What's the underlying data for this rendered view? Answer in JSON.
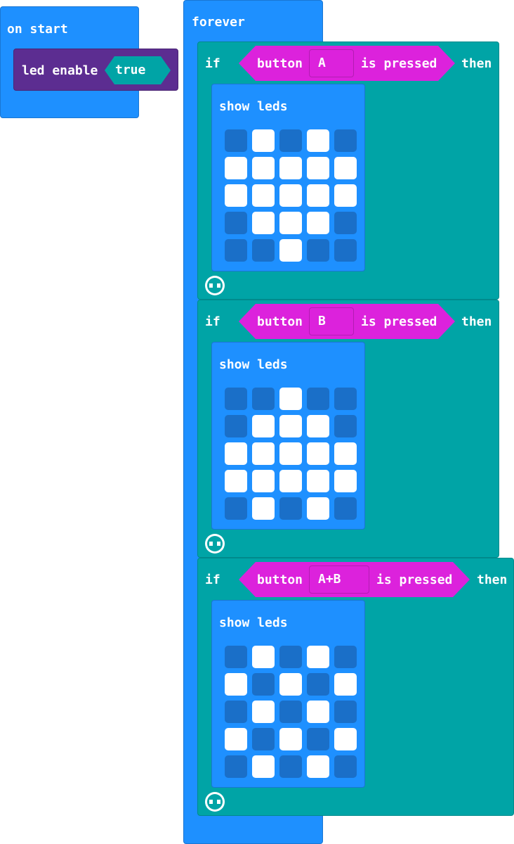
{
  "on_start": {
    "label": "on start",
    "led_enable_label": "led enable",
    "led_enable_value": "true"
  },
  "forever": {
    "label": "forever",
    "if_blocks": [
      {
        "if_label": "if",
        "button_label": "button",
        "button_value": "A",
        "pressed_label": "is pressed",
        "then_label": "then",
        "show_leds_label": "show leds",
        "leds": [
          [
            0,
            1,
            0,
            1,
            0
          ],
          [
            1,
            1,
            1,
            1,
            1
          ],
          [
            1,
            1,
            1,
            1,
            1
          ],
          [
            0,
            1,
            1,
            1,
            0
          ],
          [
            0,
            0,
            1,
            0,
            0
          ]
        ]
      },
      {
        "if_label": "if",
        "button_label": "button",
        "button_value": "B",
        "pressed_label": "is pressed",
        "then_label": "then",
        "show_leds_label": "show leds",
        "leds": [
          [
            0,
            0,
            1,
            0,
            0
          ],
          [
            0,
            1,
            1,
            1,
            0
          ],
          [
            1,
            1,
            1,
            1,
            1
          ],
          [
            1,
            1,
            1,
            1,
            1
          ],
          [
            0,
            1,
            0,
            1,
            0
          ]
        ]
      },
      {
        "if_label": "if",
        "button_label": "button",
        "button_value": "A+B",
        "pressed_label": "is pressed",
        "then_label": "then",
        "show_leds_label": "show leds",
        "leds": [
          [
            0,
            1,
            0,
            1,
            0
          ],
          [
            1,
            0,
            1,
            0,
            1
          ],
          [
            0,
            1,
            0,
            1,
            0
          ],
          [
            1,
            0,
            1,
            0,
            1
          ],
          [
            0,
            1,
            0,
            1,
            0
          ]
        ]
      }
    ]
  },
  "colors": {
    "events_blue": "#1e90ff",
    "logic_teal": "#00a4a6",
    "led_purple": "#5c2d91",
    "input_magenta": "#dc22dc",
    "led_off": "#1a6fc8",
    "led_on": "#ffffff"
  },
  "icons": [
    "add-else-icon"
  ]
}
